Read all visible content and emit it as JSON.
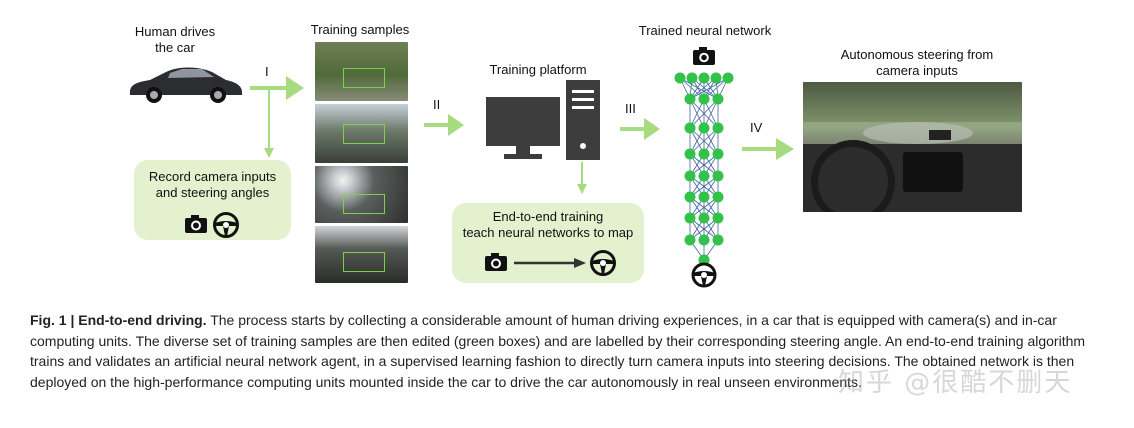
{
  "figure": {
    "step1_title": "Human drives\nthe car",
    "samples_title": "Training samples",
    "platform_title": "Training platform",
    "network_title": "Trained neural network",
    "output_title": "Autonomous steering from\ncamera inputs",
    "record_box_text": "Record camera inputs\nand steering angles",
    "e2e_box_text": "End-to-end training\nteach neural networks to map",
    "arrow_labels": [
      "I",
      "II",
      "III",
      "IV"
    ],
    "colors": {
      "accent_green": "#a7db7f",
      "box_bg": "#e3f1cf",
      "node_green": "#33c14a"
    }
  },
  "caption": {
    "label": "Fig. 1 | End-to-end driving.",
    "text": "The process starts by collecting a considerable amount of human driving experiences, in a car that is equipped with camera(s) and in-car computing units. The diverse set of training samples are then edited (green boxes) and are labelled by their corresponding steering angle. An end-to-end training algorithm trains and validates an artificial neural network agent, in a supervised learning fashion to directly turn camera inputs into steering decisions. The obtained network is then deployed on the high-performance computing units mounted inside the car to drive the car autonomously in real unseen environments."
  },
  "watermark": "知乎 @很酷不删天"
}
